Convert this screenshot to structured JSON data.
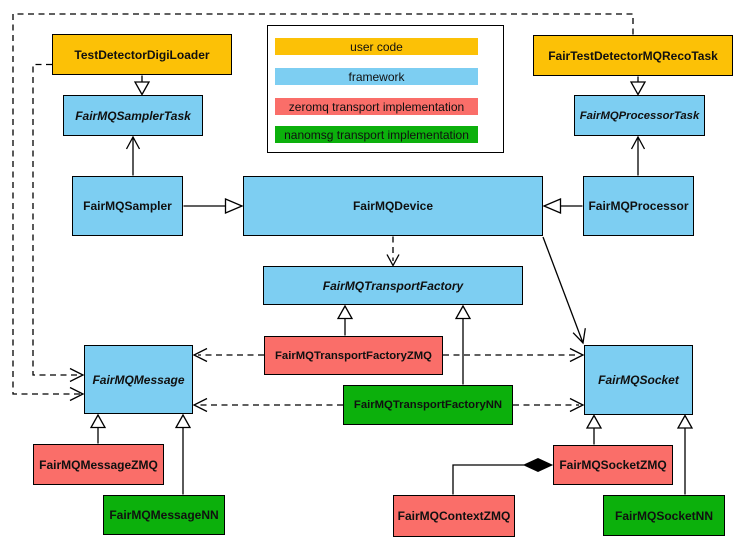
{
  "colors": {
    "user_code": "#FCC106",
    "framework": "#7DCEF2",
    "zeromq": "#FA6E69",
    "nanomsg": "#0CB00C",
    "line": "#000000"
  },
  "legend": {
    "items": [
      {
        "label": "user code",
        "category": "user_code"
      },
      {
        "label": "framework",
        "category": "framework"
      },
      {
        "label": "zeromq transport implementation",
        "category": "zeromq"
      },
      {
        "label": "nanomsg transport implementation",
        "category": "nanomsg"
      }
    ]
  },
  "nodes": {
    "test_detector_digi_loader": {
      "label": "TestDetectorDigiLoader",
      "category": "user_code",
      "abstract": false
    },
    "fair_test_detector_mq_reco_task": {
      "label": "FairTestDetectorMQRecoTask",
      "category": "user_code",
      "abstract": false
    },
    "fair_mq_sampler_task": {
      "label": "FairMQSamplerTask",
      "category": "framework",
      "abstract": true
    },
    "fair_mq_processor_task": {
      "label": "FairMQProcessorTask",
      "category": "framework",
      "abstract": true
    },
    "fair_mq_sampler": {
      "label": "FairMQSampler",
      "category": "framework",
      "abstract": false
    },
    "fair_mq_device": {
      "label": "FairMQDevice",
      "category": "framework",
      "abstract": false
    },
    "fair_mq_processor": {
      "label": "FairMQProcessor",
      "category": "framework",
      "abstract": false
    },
    "fair_mq_transport_factory": {
      "label": "FairMQTransportFactory",
      "category": "framework",
      "abstract": true
    },
    "fair_mq_transport_factory_zmq": {
      "label": "FairMQTransportFactoryZMQ",
      "category": "zeromq",
      "abstract": false
    },
    "fair_mq_transport_factory_nn": {
      "label": "FairMQTransportFactoryNN",
      "category": "nanomsg",
      "abstract": false
    },
    "fair_mq_message": {
      "label": "FairMQMessage",
      "category": "framework",
      "abstract": true
    },
    "fair_mq_socket": {
      "label": "FairMQSocket",
      "category": "framework",
      "abstract": true
    },
    "fair_mq_message_zmq": {
      "label": "FairMQMessageZMQ",
      "category": "zeromq",
      "abstract": false
    },
    "fair_mq_message_nn": {
      "label": "FairMQMessageNN",
      "category": "nanomsg",
      "abstract": false
    },
    "fair_mq_context_zmq": {
      "label": "FairMQContextZMQ",
      "category": "zeromq",
      "abstract": false
    },
    "fair_mq_socket_zmq": {
      "label": "FairMQSocketZMQ",
      "category": "zeromq",
      "abstract": false
    },
    "fair_mq_socket_nn": {
      "label": "FairMQSocketNN",
      "category": "nanomsg",
      "abstract": false
    }
  },
  "edges": [
    {
      "from": "TestDetectorDigiLoader",
      "to": "FairMQSamplerTask",
      "type": "inheritance"
    },
    {
      "from": "FairTestDetectorMQRecoTask",
      "to": "FairMQProcessorTask",
      "type": "inheritance"
    },
    {
      "from": "FairMQSampler",
      "to": "FairMQSamplerTask",
      "type": "association-arrow"
    },
    {
      "from": "FairMQProcessor",
      "to": "FairMQProcessorTask",
      "type": "association-arrow"
    },
    {
      "from": "FairMQSampler",
      "to": "FairMQDevice",
      "type": "inheritance"
    },
    {
      "from": "FairMQProcessor",
      "to": "FairMQDevice",
      "type": "inheritance"
    },
    {
      "from": "FairMQDevice",
      "to": "FairMQTransportFactory",
      "type": "dashed-dependency"
    },
    {
      "from": "FairMQDevice",
      "to": "FairMQSocket",
      "type": "association-arrow"
    },
    {
      "from": "FairMQTransportFactoryZMQ",
      "to": "FairMQTransportFactory",
      "type": "inheritance"
    },
    {
      "from": "FairMQTransportFactoryNN",
      "to": "FairMQTransportFactory",
      "type": "inheritance"
    },
    {
      "from": "FairMQTransportFactoryZMQ",
      "to": "FairMQMessage",
      "type": "dashed-dependency"
    },
    {
      "from": "FairMQTransportFactoryZMQ",
      "to": "FairMQSocket",
      "type": "dashed-dependency"
    },
    {
      "from": "FairMQTransportFactoryNN",
      "to": "FairMQMessage",
      "type": "dashed-dependency"
    },
    {
      "from": "FairMQTransportFactoryNN",
      "to": "FairMQSocket",
      "type": "dashed-dependency"
    },
    {
      "from": "TestDetectorDigiLoader",
      "to": "FairMQMessage",
      "type": "dashed-dependency"
    },
    {
      "from": "FairTestDetectorMQRecoTask",
      "to": "FairMQMessage",
      "type": "dashed-dependency"
    },
    {
      "from": "FairMQMessageZMQ",
      "to": "FairMQMessage",
      "type": "inheritance"
    },
    {
      "from": "FairMQMessageNN",
      "to": "FairMQMessage",
      "type": "inheritance"
    },
    {
      "from": "FairMQSocketZMQ",
      "to": "FairMQSocket",
      "type": "inheritance"
    },
    {
      "from": "FairMQSocketNN",
      "to": "FairMQSocket",
      "type": "inheritance"
    },
    {
      "from": "FairMQContextZMQ",
      "to": "FairMQSocketZMQ",
      "type": "composition"
    }
  ]
}
